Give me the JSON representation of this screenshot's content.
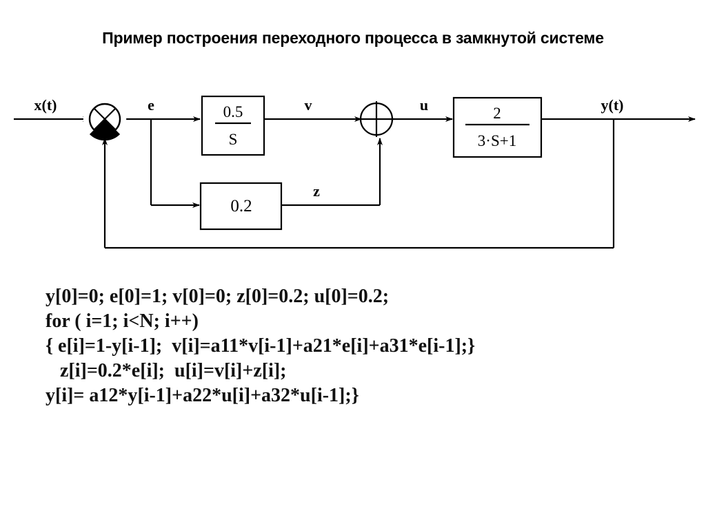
{
  "title": "Пример построения переходного процесса в замкнутой системе",
  "diagram": {
    "type": "control-system-block-diagram",
    "input_label": "x(t)",
    "output_label": "y(t)",
    "signals": {
      "error": "e",
      "integrator_out": "v",
      "sum_out": "u",
      "gain_out": "z"
    },
    "blocks": [
      {
        "id": "integrator",
        "numerator": "0.5",
        "denominator": "S"
      },
      {
        "id": "plant",
        "numerator": "2",
        "denominator": "3·S+1"
      },
      {
        "id": "feedforward-gain",
        "value": "0.2"
      }
    ],
    "junctions": [
      {
        "id": "summing-junction-1",
        "style": "x-cross-filled"
      },
      {
        "id": "summing-junction-2",
        "style": "plus-cross-open"
      }
    ]
  },
  "code": {
    "lines": [
      "y[0]=0; e[0]=1; v[0]=0; z[0]=0.2; u[0]=0.2;",
      "for ( i=1; i<N; i++)",
      "{ e[i]=1-y[i-1];  v[i]=a11*v[i-1]+a21*e[i]+a31*e[i-1];}",
      "   z[i]=0.2*e[i];  u[i]=v[i]+z[i];",
      "y[i]= a12*y[i-1]+a22*u[i]+a32*u[i-1];}"
    ]
  },
  "colors": {
    "ink": "#000000",
    "background": "#ffffff"
  }
}
